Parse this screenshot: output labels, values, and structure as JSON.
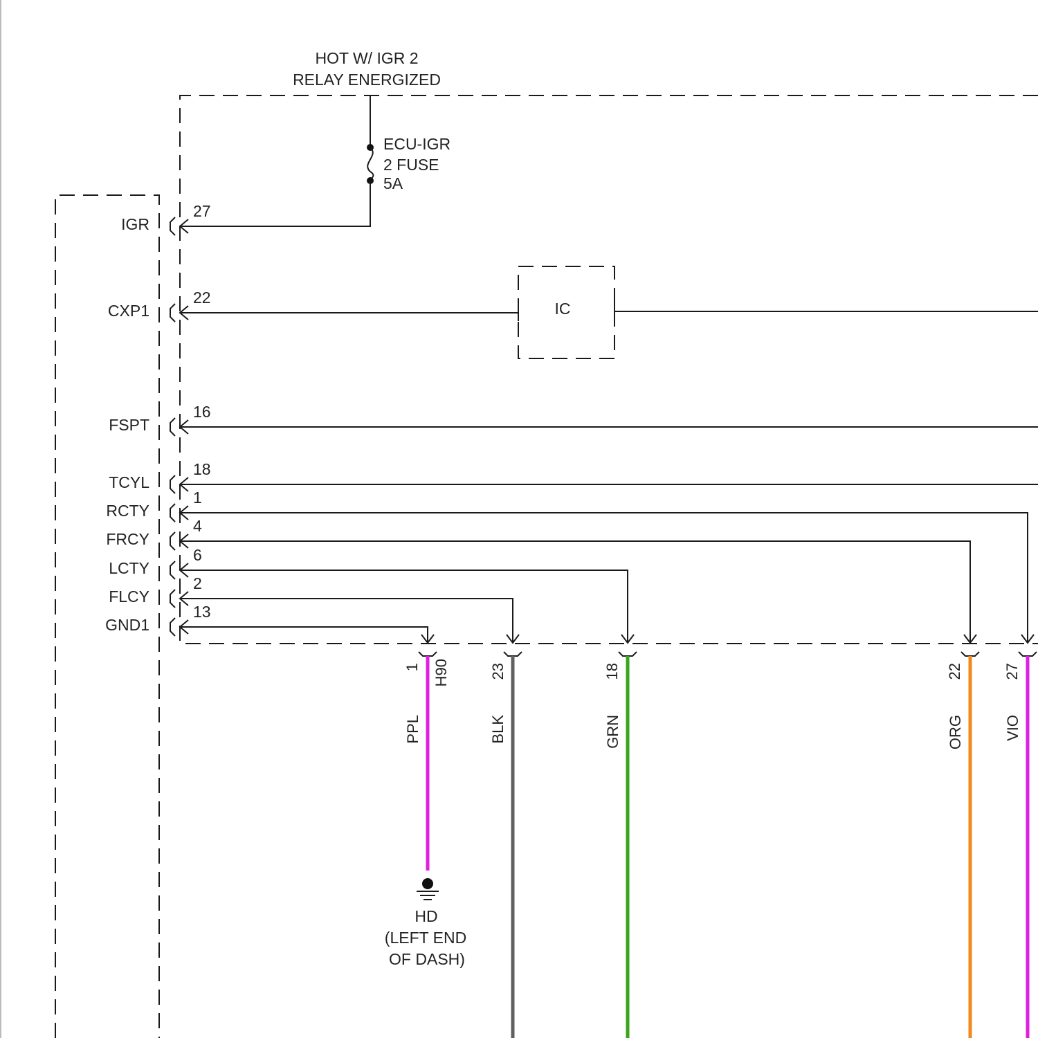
{
  "power": {
    "line1": "HOT W/ IGR 2",
    "line2": "RELAY ENERGIZED"
  },
  "fuse": {
    "line1": "ECU-IGR",
    "line2": "2 FUSE",
    "line3": "5A"
  },
  "ic_label": "IC",
  "terminals": [
    {
      "name": "IGR",
      "pin": "27"
    },
    {
      "name": "CXP1",
      "pin": "22"
    },
    {
      "name": "FSPT",
      "pin": "16"
    },
    {
      "name": "TCYL",
      "pin": "18"
    },
    {
      "name": "RCTY",
      "pin": "1"
    },
    {
      "name": "FRCY",
      "pin": "4"
    },
    {
      "name": "LCTY",
      "pin": "6"
    },
    {
      "name": "FLCY",
      "pin": "2"
    },
    {
      "name": "GND1",
      "pin": "13"
    }
  ],
  "connector": {
    "name": "H90"
  },
  "wires": [
    {
      "pin": "1",
      "color_name": "PPL",
      "hex": "#e020e0"
    },
    {
      "pin": "23",
      "color_name": "BLK",
      "hex": "#606060"
    },
    {
      "pin": "18",
      "color_name": "GRN",
      "hex": "#3aa51a"
    },
    {
      "pin": "22",
      "color_name": "ORG",
      "hex": "#f08a1c"
    },
    {
      "pin": "27",
      "color_name": "VIO",
      "hex": "#e020e0"
    }
  ],
  "ground": {
    "line1": "HD",
    "line2": "(LEFT END",
    "line3": "OF DASH)"
  }
}
